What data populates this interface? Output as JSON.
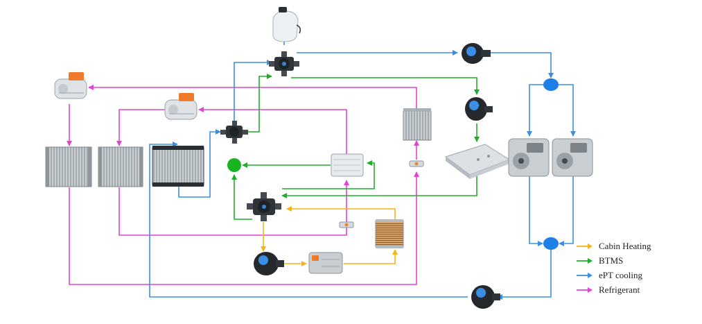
{
  "colors": {
    "cabin_heating": "#f9b21a",
    "btms": "#1fae2a",
    "ept_cooling": "#3b8ee6",
    "refrigerant": "#e641d6",
    "node_blue": "#1e7fe6",
    "node_green": "#18b421"
  },
  "legend": {
    "items": [
      {
        "label": "Cabin Heating",
        "color": "#f9b21a"
      },
      {
        "label": "BTMS",
        "color": "#1fae2a"
      },
      {
        "label": "ePT cooling",
        "color": "#3b8ee6"
      },
      {
        "label": "Refrigerant",
        "color": "#e641d6"
      }
    ]
  },
  "components": [
    {
      "name": "expansion-tank",
      "icon": "coolant-reservoir-icon"
    },
    {
      "name": "multiway-valve-top",
      "icon": "multiway-valve-icon"
    },
    {
      "name": "multiway-valve-middle",
      "icon": "multiway-valve-icon"
    },
    {
      "name": "multiway-valve-bottom",
      "icon": "multiway-valve-icon"
    },
    {
      "name": "water-pump-top",
      "icon": "water-pump-icon"
    },
    {
      "name": "water-pump-battery",
      "icon": "water-pump-icon"
    },
    {
      "name": "water-pump-heating",
      "icon": "water-pump-icon"
    },
    {
      "name": "water-pump-bottom",
      "icon": "water-pump-icon"
    },
    {
      "name": "compressor-1",
      "icon": "electric-compressor-icon"
    },
    {
      "name": "compressor-2",
      "icon": "electric-compressor-icon"
    },
    {
      "name": "condenser-1",
      "icon": "condenser-icon"
    },
    {
      "name": "condenser-2",
      "icon": "condenser-icon"
    },
    {
      "name": "radiator",
      "icon": "radiator-icon"
    },
    {
      "name": "chiller",
      "icon": "chiller-icon"
    },
    {
      "name": "evaporator",
      "icon": "evaporator-icon"
    },
    {
      "name": "expansion-valve-1",
      "icon": "expansion-valve-icon"
    },
    {
      "name": "expansion-valve-2",
      "icon": "expansion-valve-icon"
    },
    {
      "name": "battery-pack",
      "icon": "battery-pack-icon"
    },
    {
      "name": "drive-unit-1",
      "icon": "electric-drive-unit-icon"
    },
    {
      "name": "drive-unit-2",
      "icon": "electric-drive-unit-icon"
    },
    {
      "name": "ptc-heater",
      "icon": "ptc-heater-icon"
    },
    {
      "name": "heater-core",
      "icon": "heater-core-icon"
    }
  ]
}
